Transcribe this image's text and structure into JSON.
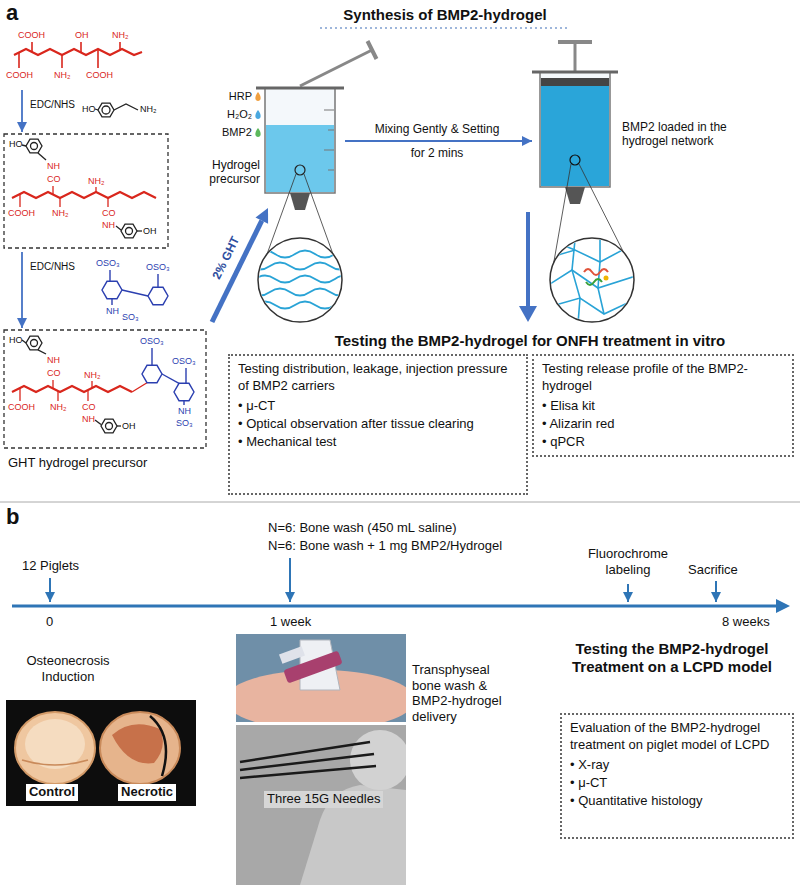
{
  "diagram": {
    "nodes": [
      {
        "text": [
          "Testing distribution, leakage, injection pressure of BMP2 carriers",
          "• μ-CT",
          "• Optical observation after tissue clearing",
          "• Mechanical test"
        ]
      },
      {
        "text": [
          "Testing release profile of the BMP2-hydrogel",
          "• Elisa kit",
          "• Alizarin red",
          "• qPCR"
        ]
      },
      {
        "text": [
          "Evaluation of the BMP2-hydrogel treatment on piglet model of LCPD",
          "• X-ray",
          "• μ-CT",
          "• Quantitative histology"
        ]
      },
      {
        "text": [
          "Control",
          "Necrotic"
        ]
      },
      {
        "text": [
          "Three 15G Needles"
        ]
      }
    ],
    "labels": [
      "a",
      "Synthesis of BMP2-hydrogel",
      "COOH",
      "OH",
      "NH₂",
      "COOH",
      "NH₂",
      "COOH",
      "EDC/NHS",
      "HO",
      "NH₂",
      "HO",
      "NH",
      "CO",
      "NH₂",
      "COOH",
      "NH₂",
      "CO",
      "NH",
      "OH",
      "EDC/NHS",
      "OSO₃",
      "OSO₃",
      "NH",
      "SO₃",
      "HO",
      "NH",
      "CO",
      "NH₂",
      "COOH",
      "NH₂",
      "CO",
      "NH",
      "OH",
      "OSO₃",
      "OSO₃",
      "NH",
      "SO₃",
      "GHT hydrogel precursor",
      "2% GHT",
      "HRP",
      "H₂O₂",
      "BMP2",
      "Hydrogel precursor",
      "Mixing Gently & Setting",
      "for 2 mins",
      "BMP2 loaded in the hydrogel network",
      "Testing the BMP2-hydrogel for ONFH treatment in vitro",
      "b",
      "N=6: Bone wash (450 mL saline)",
      "N=6: Bone wash + 1 mg BMP2/Hydrogel",
      "12 Piglets",
      "Fluorochrome labeling",
      "Sacrifice",
      "0",
      "1 week",
      "8 weeks",
      "Osteonecrosis Induction",
      "Transphyseal bone wash & BMP2-hydrogel delivery",
      "Testing the BMP2-hydrogel Treatment on a LCPD model"
    ]
  }
}
